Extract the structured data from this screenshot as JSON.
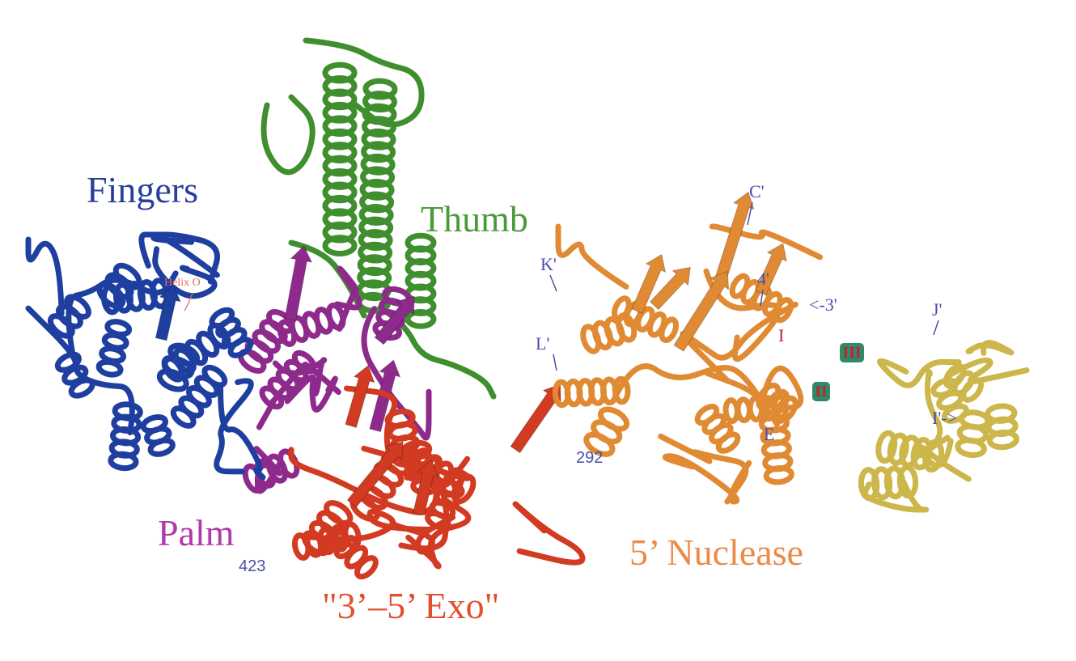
{
  "colors": {
    "fingers": "#1e3fa0",
    "thumb": "#3f8f2e",
    "palm": "#8e2a8c",
    "exo": "#d23a22",
    "nuclease": "#e08a34",
    "nuclease_sub": "#cdb64a",
    "label_blue": "#4a4fa8",
    "helix_label": "#e36a5a",
    "site_green": "#2e8a6a",
    "site_text": "#c0242b"
  },
  "labels": {
    "fingers": "Fingers",
    "thumb": "Thumb",
    "palm": "Palm",
    "exo": "\"3’–5’ Exo\"",
    "nuclease": "5’ Nuclease",
    "helix_o": "Helix O",
    "num_423": "423",
    "num_292": "292",
    "c_prime": "C'",
    "k_prime": "K'",
    "l_prime": "L'",
    "four_prime": "4'",
    "three_prime": "<-3'",
    "j_prime": "J'",
    "i_prime": "I'->",
    "roman_i": "I",
    "roman_ii": "II",
    "roman_iii": "III",
    "letter_e": "E"
  }
}
